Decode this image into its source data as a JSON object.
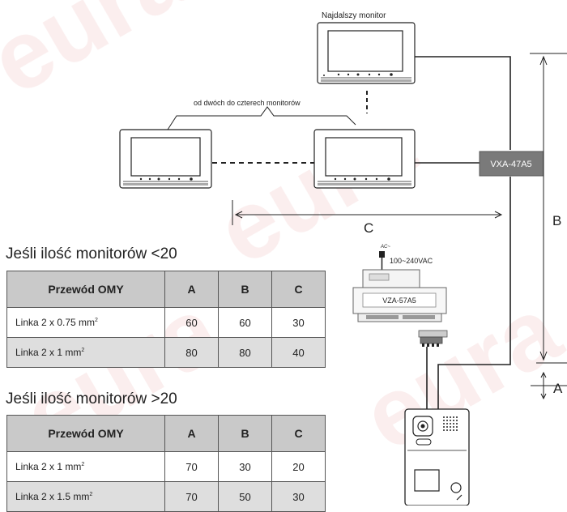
{
  "labels": {
    "farthest_monitor": "Najdalszy monitor",
    "two_to_four": "od dwóch do czterech monitorów",
    "distributor": "VXA-47A5",
    "power_supply": "VZA-57A5",
    "ac_label": "AC~",
    "voltage": "100~240VAC",
    "dim_a": "A",
    "dim_b": "B",
    "dim_c": "C"
  },
  "tables": [
    {
      "title": "Jeśli ilość monitorów <20",
      "headers": [
        "Przewód OMY",
        "A",
        "B",
        "C"
      ],
      "rows": [
        {
          "cable": "Linka 2 x 0.75 mm",
          "sup": "2",
          "a": "60",
          "b": "60",
          "c": "30"
        },
        {
          "cable": "Linka 2 x 1 mm",
          "sup": "2",
          "a": "80",
          "b": "80",
          "c": "40"
        }
      ]
    },
    {
      "title": "Jeśli ilość monitorów >20",
      "headers": [
        "Przewód OMY",
        "A",
        "B",
        "C"
      ],
      "rows": [
        {
          "cable": "Linka 2 x 1 mm",
          "sup": "2",
          "a": "70",
          "b": "30",
          "c": "20"
        },
        {
          "cable": "Linka 2 x 1.5 mm",
          "sup": "2",
          "a": "70",
          "b": "50",
          "c": "30"
        }
      ]
    }
  ],
  "colors": {
    "distributor_box": "#7a7a7a",
    "header_bg": "#c9c9c9",
    "alt_row_bg": "#dedede",
    "watermark": "#f6dede"
  }
}
